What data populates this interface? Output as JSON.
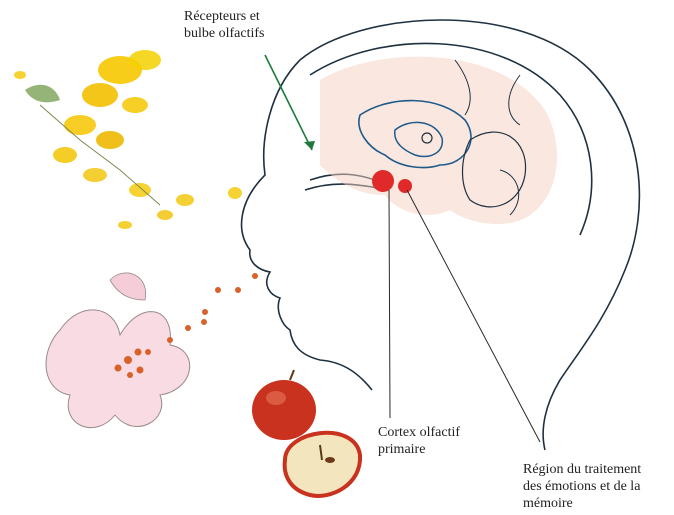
{
  "labels": {
    "receptors": [
      "Récepteurs et",
      "bulbe olfactifs"
    ],
    "cortex": [
      "Cortex olfactif",
      "primaire"
    ],
    "emotion": [
      "Région du traitement",
      "des émotions et de la",
      "mémoire"
    ]
  },
  "colors": {
    "outline": "#1f3140",
    "brain_wash": "#f0b8a0",
    "accent_red": "#e02a2a",
    "arrow_green": "#1d7a3c",
    "flower_yellow": "#f4c400",
    "blossom_pink": "#f2b8c8",
    "scent_dots": "#d8622a",
    "apple_red": "#c8321e"
  }
}
